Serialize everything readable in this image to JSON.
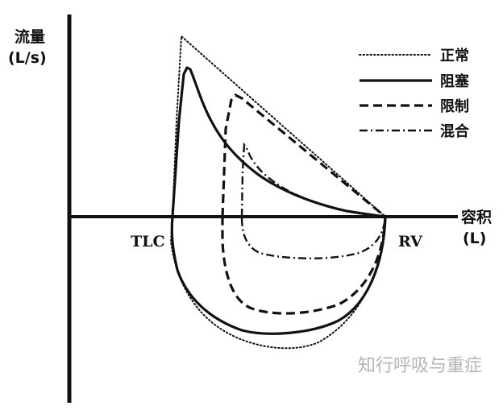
{
  "axes": {
    "y_label_line1": "流量",
    "y_label_line2": "(L/s)",
    "x_label_line1": "容积",
    "x_label_line2": "(L)",
    "x_left_marker": "TLC",
    "x_right_marker": "RV"
  },
  "legend": [
    {
      "label": "正常",
      "style": "dotted"
    },
    {
      "label": "阻塞",
      "style": "solid"
    },
    {
      "label": "限制",
      "style": "dashed"
    },
    {
      "label": "混合",
      "style": "dash-dot"
    }
  ],
  "watermark": "知行呼吸与重症",
  "colors": {
    "ink": "#111111",
    "watermark": "#b5b5b5",
    "background": "#ffffff"
  }
}
